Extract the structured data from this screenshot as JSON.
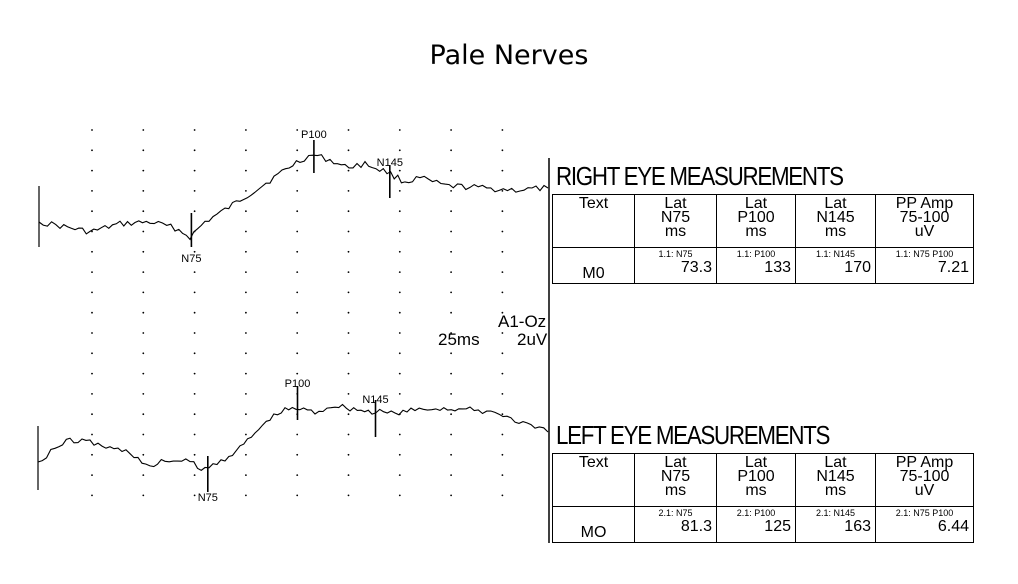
{
  "title": "Pale Nerves",
  "scale": {
    "time": "25ms",
    "amplitude": "2uV",
    "channel": "A1-Oz"
  },
  "chart_data": {
    "type": "line",
    "title": "Pale Nerves",
    "grid": "dotted",
    "traces": [
      {
        "name": "Right Eye",
        "markers": [
          {
            "label": "N75",
            "latency_ms": 73.3
          },
          {
            "label": "P100",
            "latency_ms": 133
          },
          {
            "label": "N145",
            "latency_ms": 170
          }
        ]
      },
      {
        "name": "Left Eye",
        "markers": [
          {
            "label": "N75",
            "latency_ms": 81.3
          },
          {
            "label": "P100",
            "latency_ms": 125
          },
          {
            "label": "N145",
            "latency_ms": 163
          }
        ]
      }
    ]
  },
  "tables": [
    {
      "title": "RIGHT EYE MEASUREMENTS",
      "text_header": "Text",
      "columns": [
        {
          "line1": "Lat",
          "line2": "N75",
          "line3": "ms",
          "sub": "1.1: N75",
          "value": "73.3"
        },
        {
          "line1": "Lat",
          "line2": "P100",
          "line3": "ms",
          "sub": "1.1: P100",
          "value": "133"
        },
        {
          "line1": "Lat",
          "line2": "N145",
          "line3": "ms",
          "sub": "1.1: N145",
          "value": "170"
        },
        {
          "line1": "PP Amp",
          "line2": "75-100",
          "line3": "uV",
          "sub": "1.1: N75 P100",
          "value": "7.21"
        }
      ],
      "row_label": "M0"
    },
    {
      "title": "LEFT EYE MEASUREMENTS",
      "text_header": "Text",
      "columns": [
        {
          "line1": "Lat",
          "line2": "N75",
          "line3": "ms",
          "sub": "2.1: N75",
          "value": "81.3"
        },
        {
          "line1": "Lat",
          "line2": "P100",
          "line3": "ms",
          "sub": "2.1: P100",
          "value": "125"
        },
        {
          "line1": "Lat",
          "line2": "N145",
          "line3": "ms",
          "sub": "2.1: N145",
          "value": "163"
        },
        {
          "line1": "PP Amp",
          "line2": "75-100",
          "line3": "uV",
          "sub": "2.1: N75 P100",
          "value": "6.44"
        }
      ],
      "row_label": "MO"
    }
  ]
}
